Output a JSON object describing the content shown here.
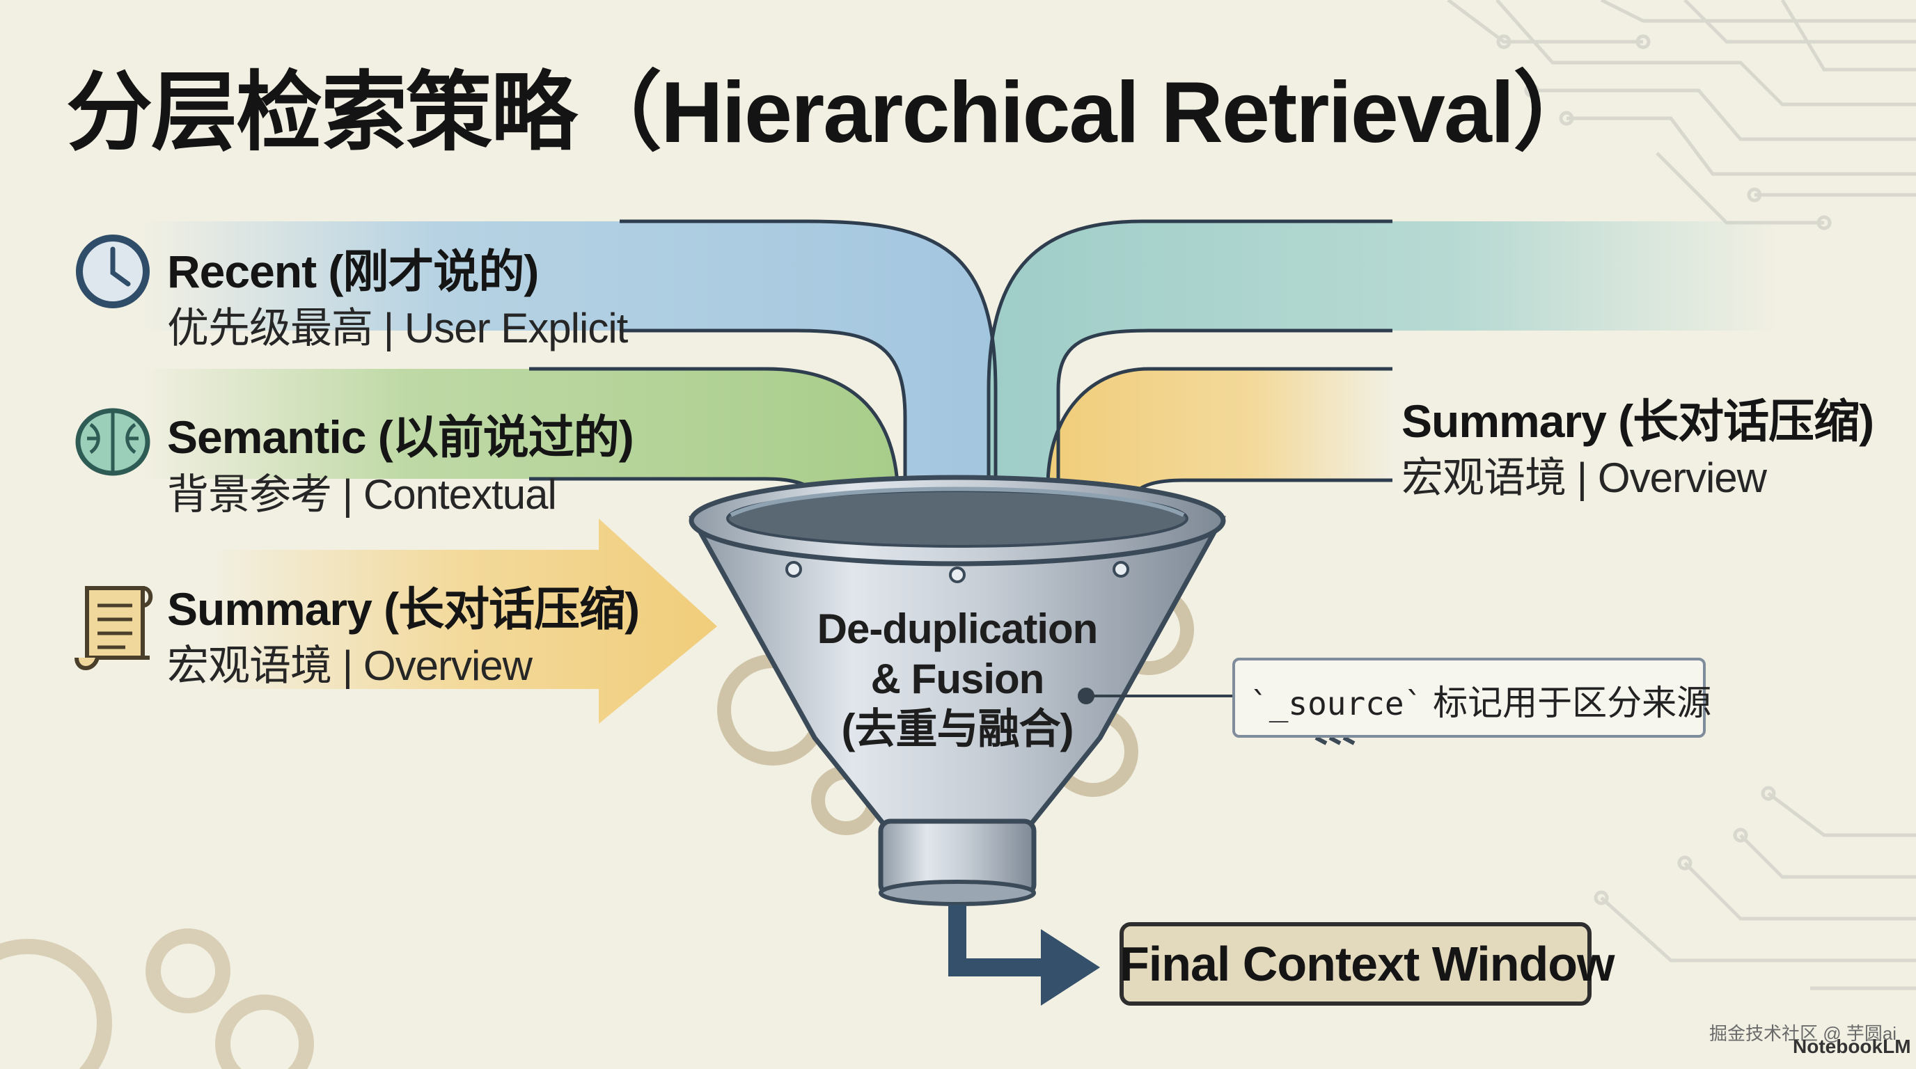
{
  "title": "分层检索策略（Hierarchical Retrieval）",
  "sources": [
    {
      "icon": "clock-icon",
      "heading": "Recent (刚才说的)",
      "subtitle": "优先级最高 | User Explicit",
      "color": "#9cc4df"
    },
    {
      "icon": "brain-icon",
      "heading": "Semantic (以前说过的)",
      "subtitle": "背景参考 | Contextual",
      "color": "#b4d29a"
    },
    {
      "icon": "scroll-icon",
      "heading": "Summary (长对话压缩)",
      "subtitle": "宏观语境 | Overview",
      "color": "#f3d48d"
    },
    {
      "heading": "Summary (长对话压缩)",
      "subtitle": "宏观语境 | Overview",
      "color": "#f3d48d"
    }
  ],
  "funnel": {
    "line1": "De-duplication",
    "line2": "& Fusion",
    "line3": "(去重与融合)"
  },
  "tag": {
    "code": "`_source`",
    "text": " 标记用于区分来源"
  },
  "output": {
    "label": "Final Context Window"
  },
  "watermark": {
    "text": "掘金技术社区 @ 芋圆ai",
    "brand": "NotebookLM"
  }
}
